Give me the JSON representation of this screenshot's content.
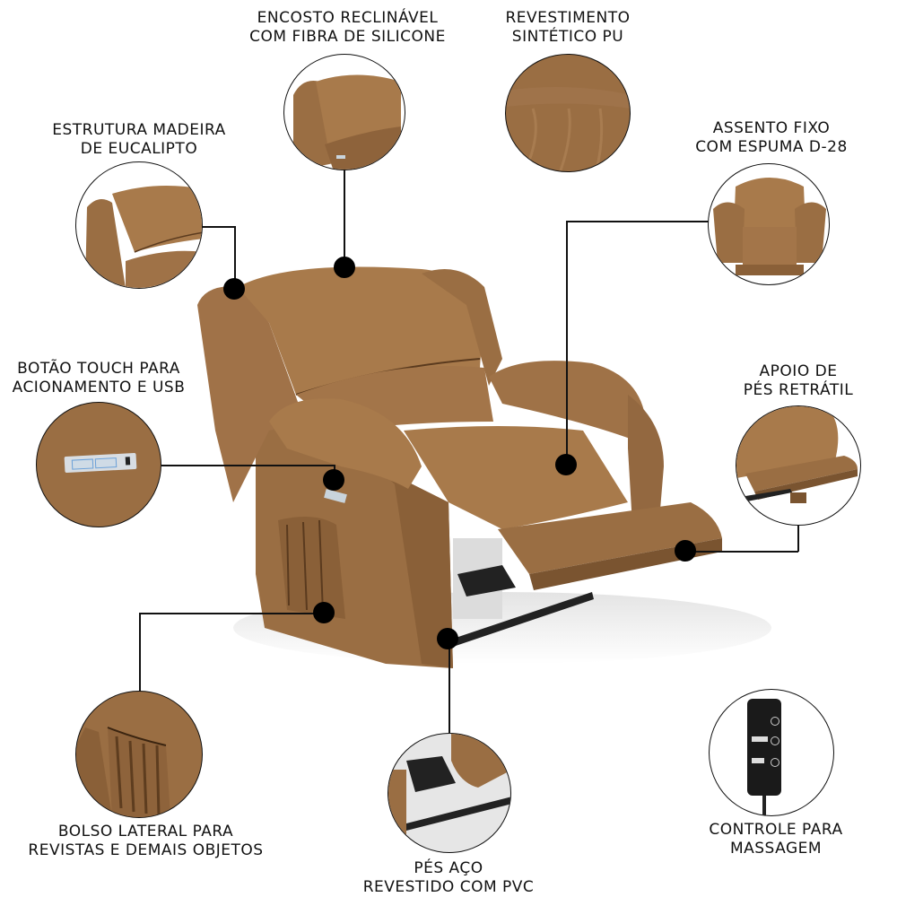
{
  "colors": {
    "upholstery": "#9a6e43",
    "upholstery_light": "#b07f50",
    "upholstery_dark": "#7a5430",
    "connector": "#111111",
    "background": "#ffffff"
  },
  "features": [
    {
      "id": "backrest",
      "line1": "Encosto reclinável",
      "line2": "com fibra de silicone"
    },
    {
      "id": "coating",
      "line1": "Revestimento",
      "line2": "sintético PU"
    },
    {
      "id": "structure",
      "line1": "Estrutura madeira",
      "line2": "de eucalipto"
    },
    {
      "id": "seat",
      "line1": "Assento fixo",
      "line2": "com espuma D-28"
    },
    {
      "id": "touch",
      "line1": "Botão touch para",
      "line2": "acionamento e USB"
    },
    {
      "id": "footrest",
      "line1": "Apoio de",
      "line2": "pés retrátil"
    },
    {
      "id": "pocket",
      "line1": "Bolso lateral para",
      "line2": "revistas e demais objetos"
    },
    {
      "id": "feet",
      "line1": "Pés aço",
      "line2": "revestido com PVC"
    },
    {
      "id": "remote",
      "line1": "Controle para",
      "line2": "massagem"
    }
  ]
}
